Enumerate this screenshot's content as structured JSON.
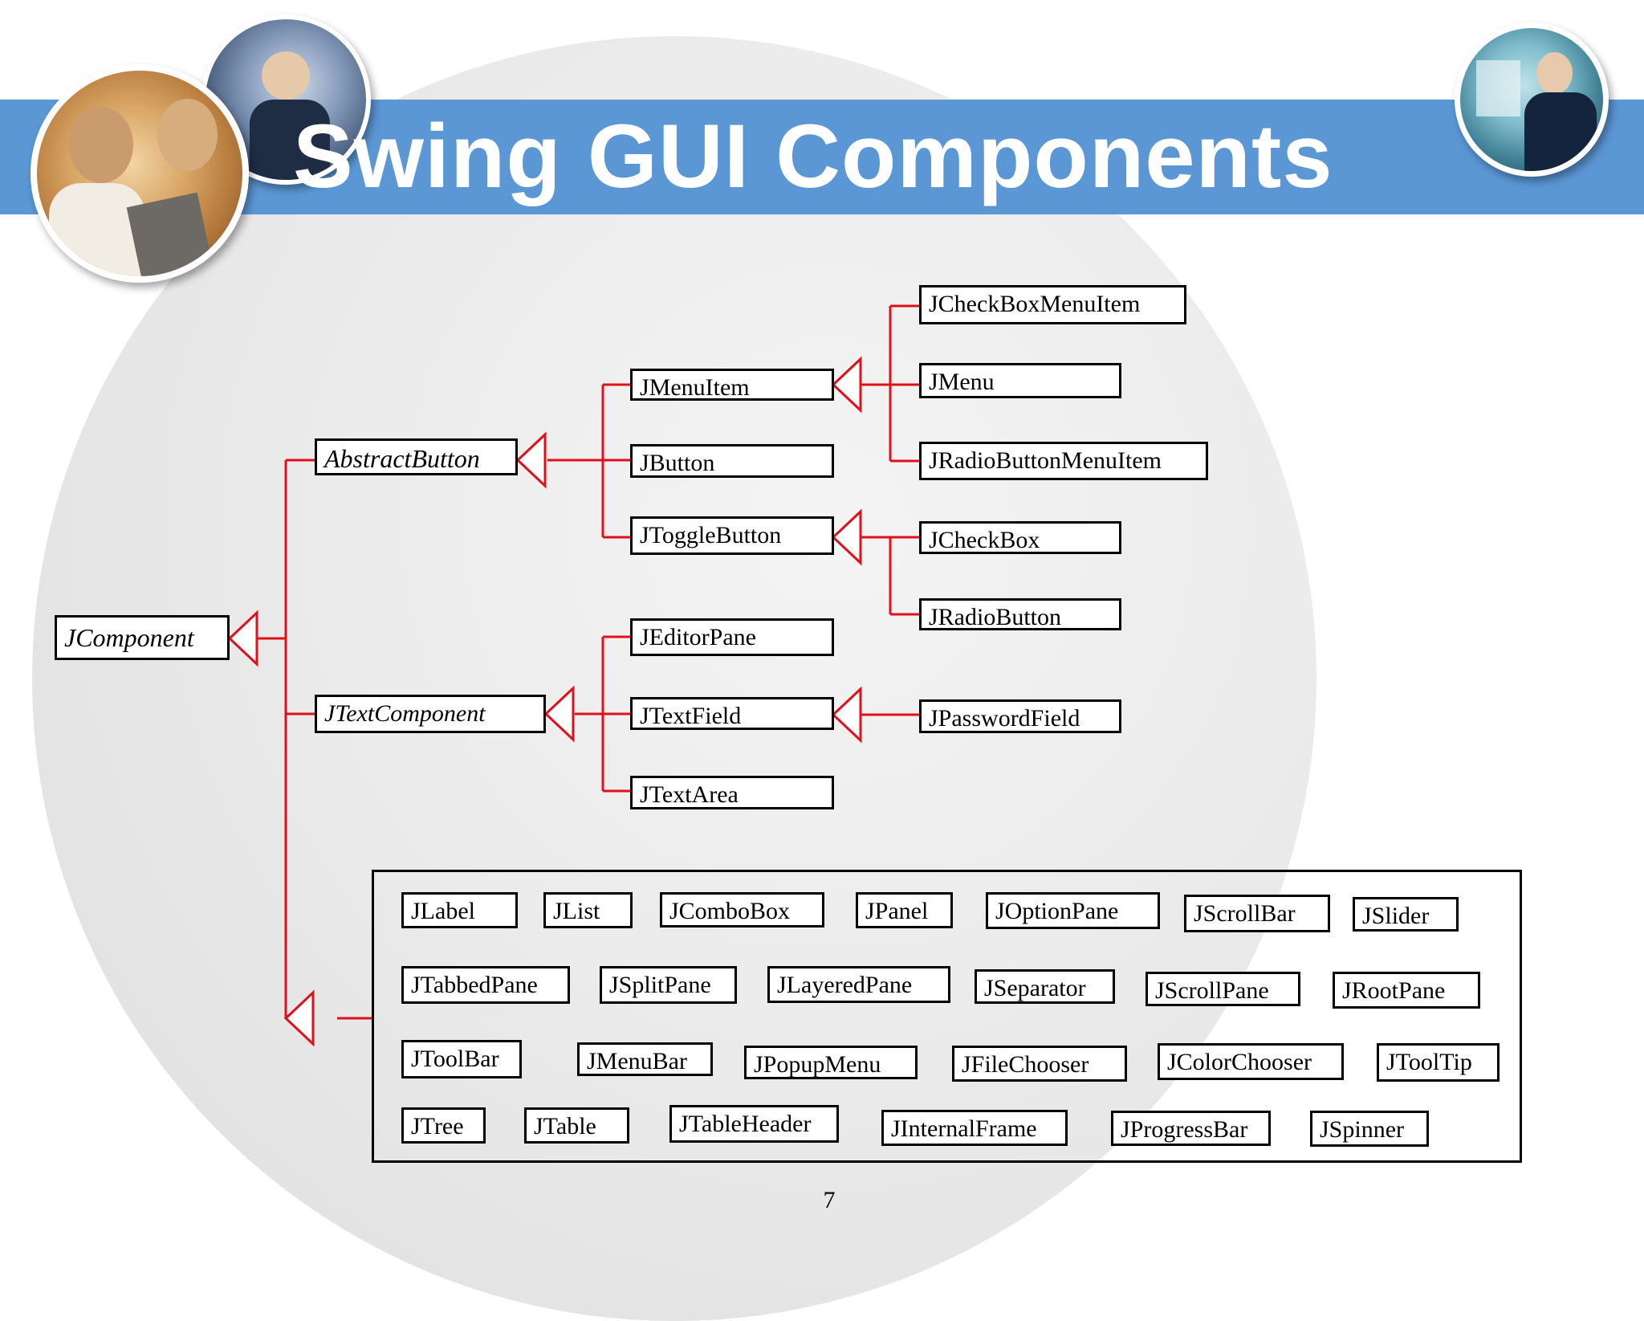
{
  "slide": {
    "title": "Swing GUI Components",
    "page_number": "7"
  },
  "colors": {
    "title_band": "#5b97d5",
    "connector": "#e0101a",
    "box_border": "#000000"
  },
  "hierarchy": {
    "root": "JComponent",
    "abstract_button": "AbstractButton",
    "text_component": "JTextComponent",
    "button_children": [
      "JMenuItem",
      "JButton",
      "JToggleButton"
    ],
    "menu_item_children": [
      "JCheckBoxMenuItem",
      "JMenu",
      "JRadioButtonMenuItem"
    ],
    "toggle_children": [
      "JCheckBox",
      "JRadioButton"
    ],
    "text_children": [
      "JEditorPane",
      "JTextField",
      "JTextArea"
    ],
    "text_field_children": [
      "JPasswordField"
    ]
  },
  "other_components": [
    [
      "JLabel",
      "JList",
      "JComboBox",
      "JPanel",
      "JOptionPane",
      "JScrollBar",
      "JSlider"
    ],
    [
      "JTabbedPane",
      "JSplitPane",
      "JLayeredPane",
      "JSeparator",
      "JScrollPane",
      "JRootPane"
    ],
    [
      "JToolBar",
      "JMenuBar",
      "JPopupMenu",
      "JFileChooser",
      "JColorChooser",
      "JToolTip"
    ],
    [
      "JTree",
      "JTable",
      "JTableHeader",
      "JInternalFrame",
      "JProgressBar",
      "JSpinner"
    ]
  ],
  "photos": [
    "business-meeting-photo",
    "handshake-photo",
    "presenter-photo"
  ]
}
